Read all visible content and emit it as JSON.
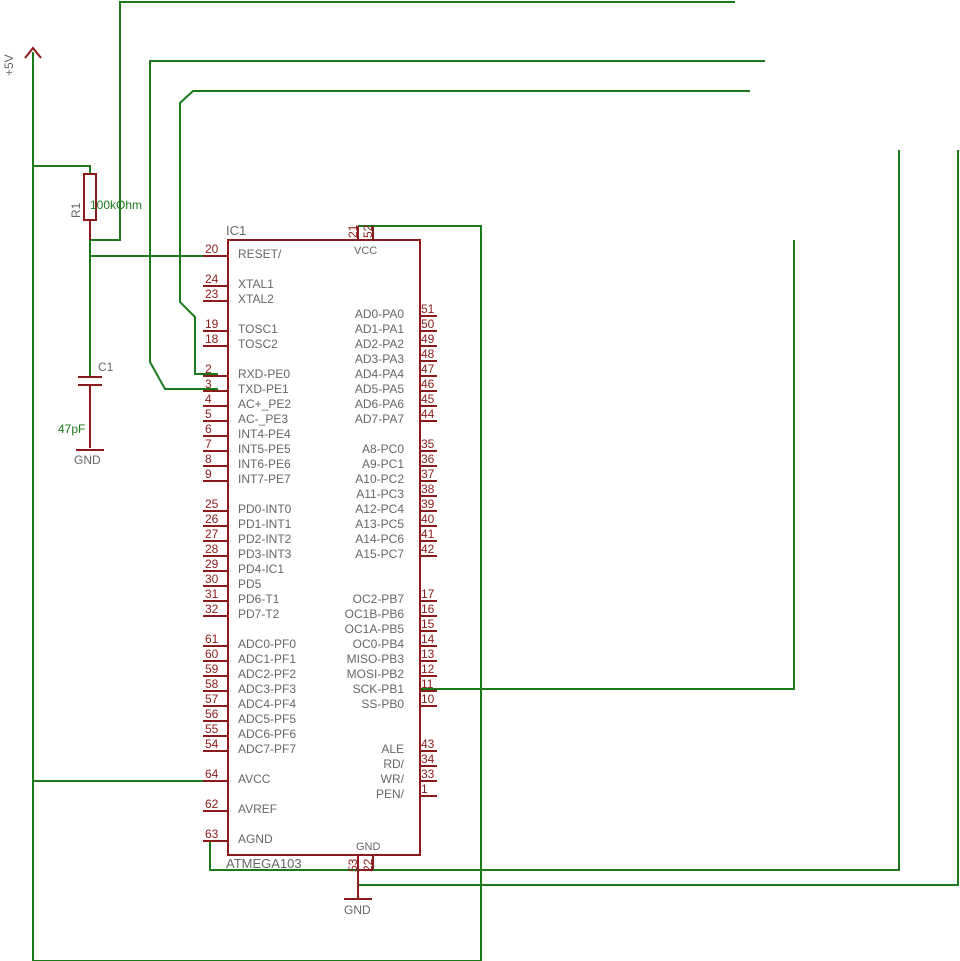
{
  "colors": {
    "wire": "#1a7a1a",
    "part": "#8b1a1a",
    "text": "#666666"
  },
  "supply": {
    "label": "+5V"
  },
  "r1": {
    "name": "R1",
    "value": "100kOhm"
  },
  "c1": {
    "name": "C1",
    "value": "47pF"
  },
  "gnd": {
    "cap": "GND",
    "ic": "GND"
  },
  "ic": {
    "name": "IC1",
    "part": "ATMEGA103",
    "vcc_label": "VCC",
    "gnd_label": "GND",
    "top_pins": [
      "21",
      "52"
    ],
    "bottom_pins": [
      "53",
      "22"
    ],
    "left_pins": [
      {
        "num": "20",
        "name": "RESET/"
      },
      {
        "num": "24",
        "name": "XTAL1"
      },
      {
        "num": "23",
        "name": "XTAL2"
      },
      {
        "num": "19",
        "name": "TOSC1"
      },
      {
        "num": "18",
        "name": "TOSC2"
      },
      {
        "num": "2",
        "name": "RXD-PE0"
      },
      {
        "num": "3",
        "name": "TXD-PE1"
      },
      {
        "num": "4",
        "name": "AC+_PE2"
      },
      {
        "num": "5",
        "name": "AC-_PE3"
      },
      {
        "num": "6",
        "name": "INT4-PE4"
      },
      {
        "num": "7",
        "name": "INT5-PE5"
      },
      {
        "num": "8",
        "name": "INT6-PE6"
      },
      {
        "num": "9",
        "name": "INT7-PE7"
      },
      {
        "num": "25",
        "name": "PD0-INT0"
      },
      {
        "num": "26",
        "name": "PD1-INT1"
      },
      {
        "num": "27",
        "name": "PD2-INT2"
      },
      {
        "num": "28",
        "name": "PD3-INT3"
      },
      {
        "num": "29",
        "name": "PD4-IC1"
      },
      {
        "num": "30",
        "name": "PD5"
      },
      {
        "num": "31",
        "name": "PD6-T1"
      },
      {
        "num": "32",
        "name": "PD7-T2"
      },
      {
        "num": "61",
        "name": "ADC0-PF0"
      },
      {
        "num": "60",
        "name": "ADC1-PF1"
      },
      {
        "num": "59",
        "name": "ADC2-PF2"
      },
      {
        "num": "58",
        "name": "ADC3-PF3"
      },
      {
        "num": "57",
        "name": "ADC4-PF4"
      },
      {
        "num": "56",
        "name": "ADC5-PF5"
      },
      {
        "num": "55",
        "name": "ADC6-PF6"
      },
      {
        "num": "54",
        "name": "ADC7-PF7"
      },
      {
        "num": "64",
        "name": "AVCC"
      },
      {
        "num": "62",
        "name": "AVREF"
      },
      {
        "num": "63",
        "name": "AGND"
      }
    ],
    "right_pins": [
      {
        "num": "51",
        "name": "AD0-PA0"
      },
      {
        "num": "50",
        "name": "AD1-PA1"
      },
      {
        "num": "49",
        "name": "AD2-PA2"
      },
      {
        "num": "48",
        "name": "AD3-PA3"
      },
      {
        "num": "47",
        "name": "AD4-PA4"
      },
      {
        "num": "46",
        "name": "AD5-PA5"
      },
      {
        "num": "45",
        "name": "AD6-PA6"
      },
      {
        "num": "44",
        "name": "AD7-PA7"
      },
      {
        "num": "35",
        "name": "A8-PC0"
      },
      {
        "num": "36",
        "name": "A9-PC1"
      },
      {
        "num": "37",
        "name": "A10-PC2"
      },
      {
        "num": "38",
        "name": "A11-PC3"
      },
      {
        "num": "39",
        "name": "A12-PC4"
      },
      {
        "num": "40",
        "name": "A13-PC5"
      },
      {
        "num": "41",
        "name": "A14-PC6"
      },
      {
        "num": "42",
        "name": "A15-PC7"
      },
      {
        "num": "17",
        "name": "OC2-PB7"
      },
      {
        "num": "16",
        "name": "OC1B-PB6"
      },
      {
        "num": "15",
        "name": "OC1A-PB5"
      },
      {
        "num": "14",
        "name": "OC0-PB4"
      },
      {
        "num": "13",
        "name": "MISO-PB3"
      },
      {
        "num": "12",
        "name": "MOSI-PB2"
      },
      {
        "num": "11",
        "name": "SCK-PB1"
      },
      {
        "num": "10",
        "name": "SS-PB0"
      },
      {
        "num": "43",
        "name": "ALE"
      },
      {
        "num": "34",
        "name": "RD/"
      },
      {
        "num": "33",
        "name": "WR/"
      },
      {
        "num": "1",
        "name": "PEN/"
      }
    ]
  }
}
